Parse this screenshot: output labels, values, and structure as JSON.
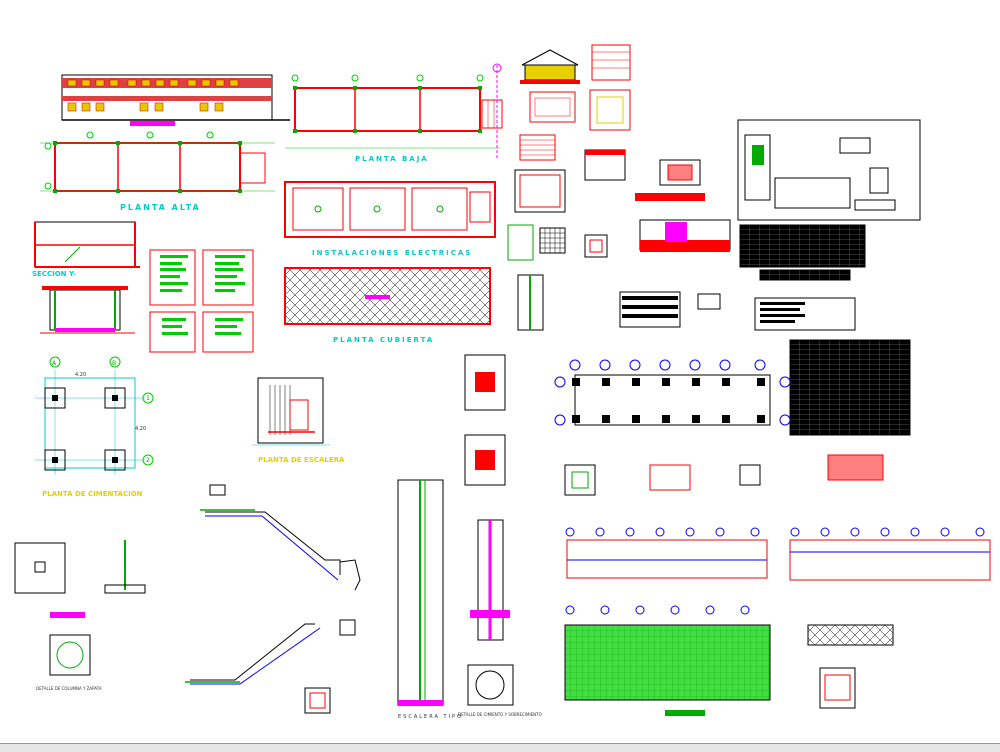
{
  "labels": {
    "planta_alta": "PLANTA ALTA",
    "planta_baja": "PLANTA BAJA",
    "instalaciones": "INSTALACIONES ELECTRICAS",
    "planta_cubierta": "PLANTA CUBIERTA",
    "seccion": "SECCION Y-",
    "planta_cimentacion": "PLANTA DE CIMENTACION",
    "planta_escalera": "PLANTA DE ESCALERA",
    "escalera_tipo": "ESCALERA TIPO",
    "detalle_columna": "DETALLE DE COLUMNA Y ZAPATA",
    "detalle_cimiento": "DETALLE DE CIMIENTO Y SOBRECIMIENTO",
    "axis_a": "A",
    "axis_b": "B",
    "axis_1": "1",
    "axis_2": "2",
    "dim_1": "4.20",
    "dim_2": "4.20"
  },
  "colors": {
    "wall": "#ff0000",
    "column": "#00c000",
    "axis": "#0000ff",
    "dim": "#00cccc",
    "highlight": "#ff00ff",
    "yellow": "#e6d000",
    "text": "#333333"
  }
}
